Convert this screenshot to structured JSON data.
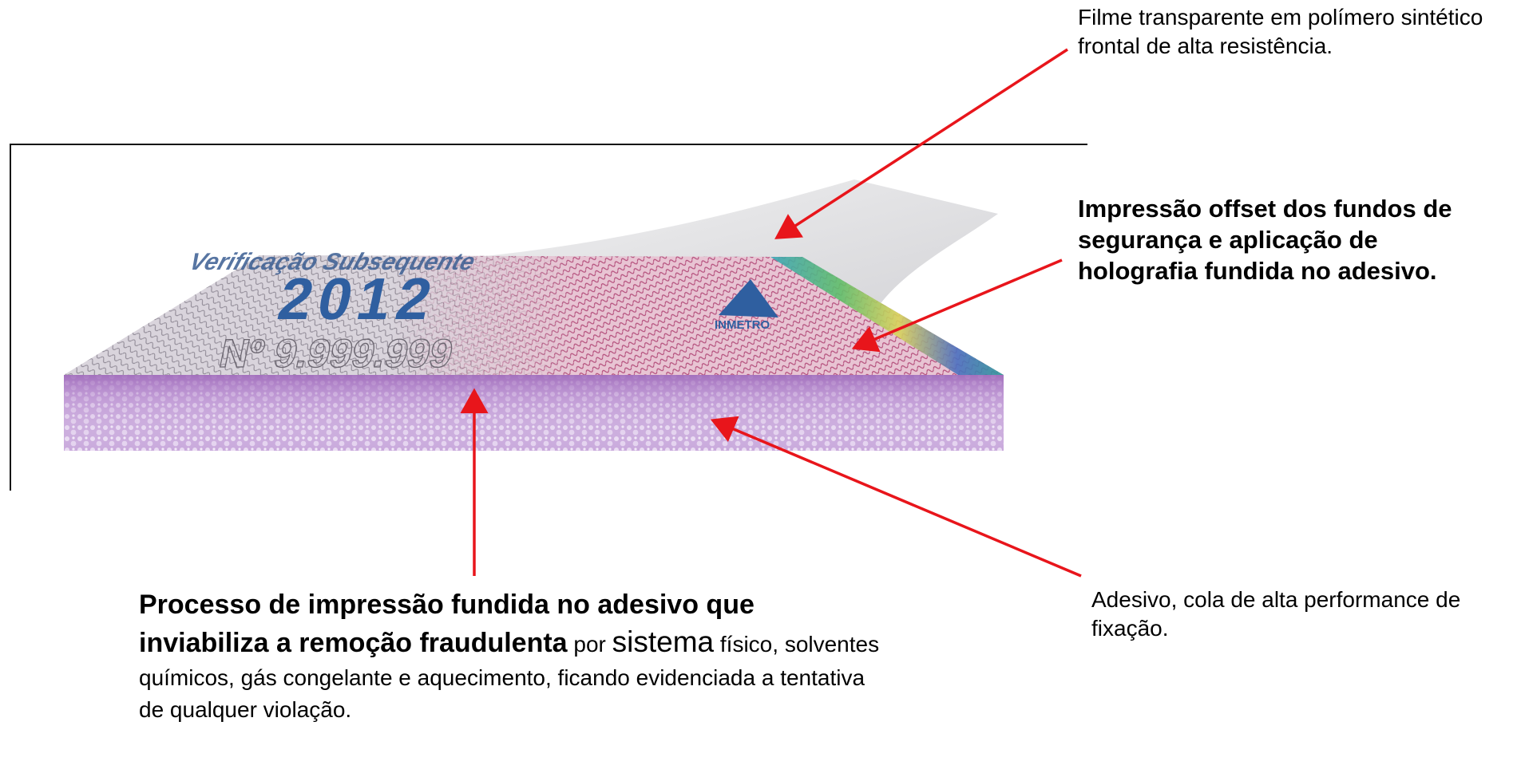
{
  "diagram": {
    "stamp": {
      "heading": "Verificação Subsequente",
      "year": "2012",
      "serial": "Nº 9.999.999",
      "brand": "INMETRO"
    },
    "labels": {
      "film": "Filme transparente em polímero sintético frontal de alta resistência.",
      "offset": "Impressão offset dos fundos de segurança e aplicação de holografia fundida no adesivo.",
      "adhesive": "Adesivo, cola de alta performance de fixação.",
      "process": {
        "bold": "Processo de impressão fundida no adesivo que inviabiliza a remoção fraudulenta",
        "text1": " por ",
        "big": "sistema",
        "text2": " físico, solventes químicos, gás congelante e aquecimento, ficando evidenciada a tentativa de qualquer violação."
      }
    },
    "colors": {
      "arrow": "#e8151b",
      "foam": "#c4a3d8",
      "print_blue": "#2f5fa0",
      "print_pink": "#c45a86"
    }
  }
}
